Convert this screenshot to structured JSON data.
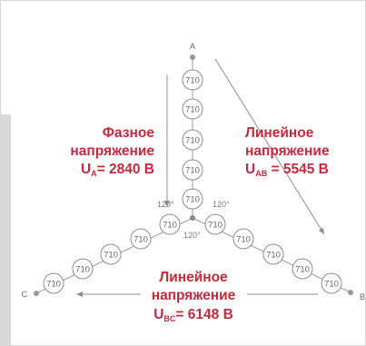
{
  "nodes": {
    "a": "A",
    "b": "B",
    "c": "C"
  },
  "insulator_label": "710",
  "angles": {
    "left": "120°",
    "right": "120°",
    "bottom": "120°"
  },
  "phase_label": {
    "line1": "Фазное",
    "line2": "напряжение",
    "symbol": "U",
    "sub": "A",
    "value": "= 2840 В"
  },
  "line_ab_label": {
    "line1": "Линейное",
    "line2": "напряжение",
    "symbol": "U",
    "sub": "AB",
    "value": " = 5545 В"
  },
  "line_bc_label": {
    "line1": "Линейное",
    "line2": "напряжение",
    "symbol": "U",
    "sub": "BC",
    "value": "= 6148 В"
  },
  "colors": {
    "label_red": "#c8283c",
    "line_gray": "#8c8c8c",
    "node_gray": "#999999",
    "sidebar_gray": "#d9d9d9",
    "border": "#d6d6d6"
  }
}
